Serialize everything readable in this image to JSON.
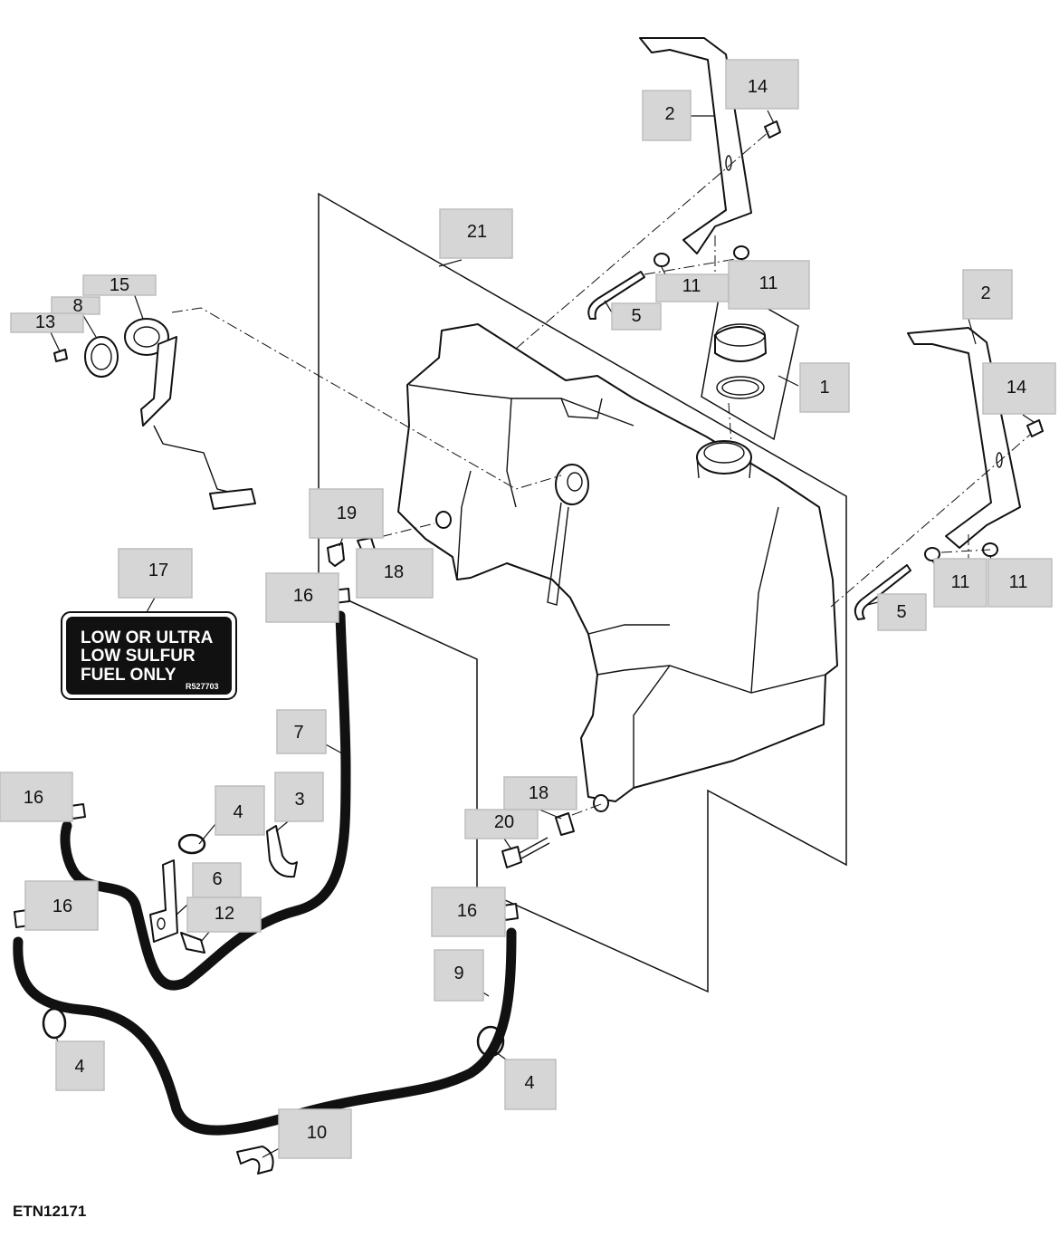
{
  "figure_id": "ETN12171",
  "decal": {
    "lines": [
      "LOW OR ULTRA",
      "LOW SULFUR",
      "FUEL ONLY"
    ],
    "part_number": "R527703"
  },
  "callouts": [
    {
      "label": "14"
    },
    {
      "label": "2"
    },
    {
      "label": "21"
    },
    {
      "label": "11"
    },
    {
      "label": "11"
    },
    {
      "label": "5"
    },
    {
      "label": "15"
    },
    {
      "label": "8"
    },
    {
      "label": "13"
    },
    {
      "label": "1"
    },
    {
      "label": "2"
    },
    {
      "label": "14"
    },
    {
      "label": "19"
    },
    {
      "label": "18"
    },
    {
      "label": "16"
    },
    {
      "label": "17"
    },
    {
      "label": "11"
    },
    {
      "label": "11"
    },
    {
      "label": "5"
    },
    {
      "label": "7"
    },
    {
      "label": "16"
    },
    {
      "label": "4"
    },
    {
      "label": "3"
    },
    {
      "label": "18"
    },
    {
      "label": "20"
    },
    {
      "label": "6"
    },
    {
      "label": "16"
    },
    {
      "label": "12"
    },
    {
      "label": "16"
    },
    {
      "label": "9"
    },
    {
      "label": "4"
    },
    {
      "label": "4"
    },
    {
      "label": "10"
    }
  ]
}
